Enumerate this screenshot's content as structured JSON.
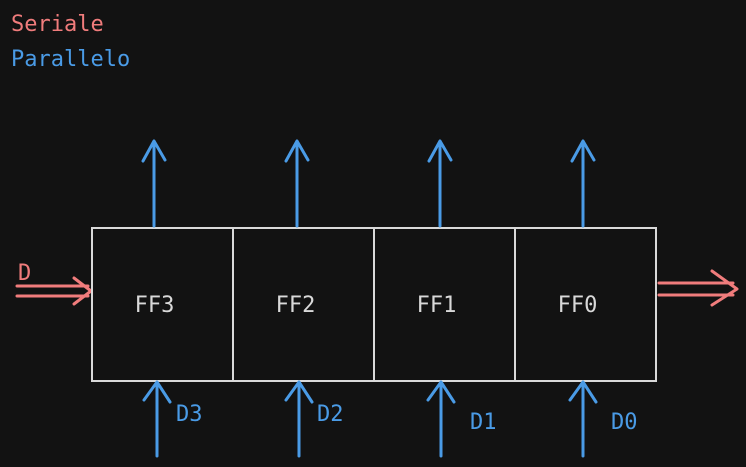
{
  "legend": {
    "serial": "Seriale",
    "parallel": "Parallelo"
  },
  "colors": {
    "serial": "#f07c7c",
    "parallel": "#4a9be6",
    "box": "#d9d9d9",
    "background": "#121212"
  },
  "serial_input_label": "D",
  "flip_flops": [
    {
      "name": "FF3",
      "input": "D3"
    },
    {
      "name": "FF2",
      "input": "D2"
    },
    {
      "name": "FF1",
      "input": "D1"
    },
    {
      "name": "FF0",
      "input": "D0"
    }
  ]
}
